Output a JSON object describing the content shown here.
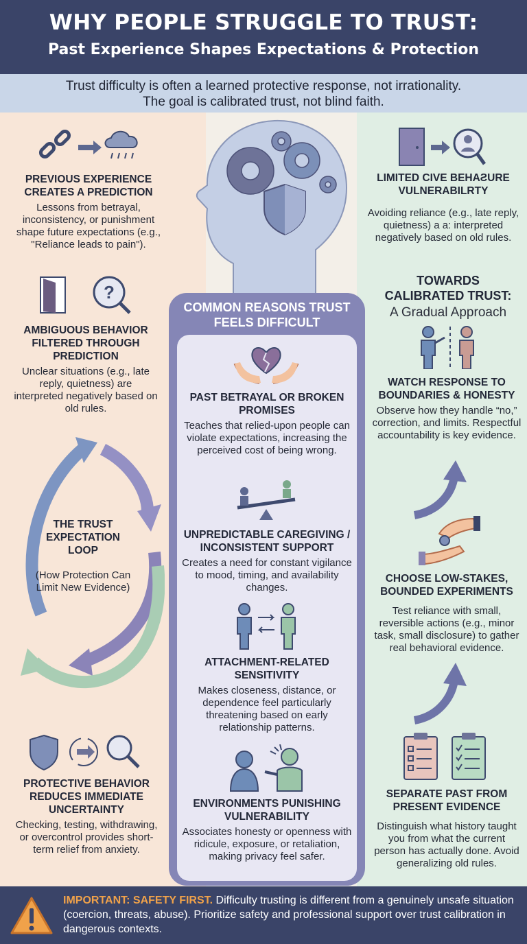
{
  "header": {
    "title": "WHY PEOPLE STRUGGLE TO TRUST:",
    "subtitle": "Past Experience Shapes Expectations & Protection"
  },
  "intro": {
    "line1": "Trust difficulty is often a learned protective response, not irrationality.",
    "line2": "The goal is calibrated trust, not blind faith."
  },
  "left": {
    "previous": {
      "title": "PREVIOUS EXPERIENCE CREATES A PREDICTION",
      "body": "Lessons from betrayal, inconsistency, or punishment shape future expectations (e.g., \"Reliance leads to pain\")."
    },
    "ambiguous": {
      "title": "AMBIGUOUS BEHAVIOR FILTERED THROUGH PREDICTION",
      "body": "Unclear situations (e.g., late reply, quietness) are interpreted negatively based on old rules."
    },
    "loop": {
      "title": "THE TRUST EXPECTATION LOOP",
      "body": "(How Protection Can Limit New Evidence)"
    },
    "protective": {
      "title": "PROTECTIVE BEHAVIOR REDUCES IMMEDIATE UNCERTAINTY",
      "body": "Checking, testing, withdrawing, or overcontrol provides short-term relief from anxiety."
    }
  },
  "center": {
    "panel_title": "COMMON REASONS TRUST FEELS DIFFICULT",
    "items": [
      {
        "title": "PAST BETRAYAL OR BROKEN PROMISES",
        "body": "Teaches that relied-upon people can violate expectations, increasing the perceived cost of being wrong."
      },
      {
        "title": "UNPREDICTABLE CAREGIVING / INCONSISTENT SUPPORT",
        "body": "Creates a need for constant vigilance to mood, timing, and availability changes."
      },
      {
        "title": "ATTACHMENT-RELATED SENSITIVITY",
        "body": "Makes closeness, distance, or dependence feel particularly threatening based on early relationship patterns."
      },
      {
        "title": "ENVIRONMENTS PUNISHING VULNERABILITY",
        "body": "Associates honesty or openness with ridicule, exposure, or retaliation, making privacy feel safer."
      }
    ]
  },
  "right": {
    "limited": {
      "title": "LIMITED CIVE BEHAƧURE VULNERABILRTY",
      "body": "Avoiding reliance (e.g., late reply, quietness) a a: interpreted negatively based on old rules."
    },
    "towards": {
      "title": "TOWARDS CALIBRATED TRUST:",
      "subtitle": "A Gradual Approach"
    },
    "watch": {
      "title": "WATCH RESPONSE TO BOUNDARIES & HONESTY",
      "body": "Observe how they handle “no,” correction, and limits. Respectful accountability is key evidence."
    },
    "choose": {
      "title": "CHOOSE LOW-STAKES, BOUNDED EXPERIMENTS",
      "body": "Test reliance with small, reversible actions (e.g., minor task, small disclosure) to gather real behavioral evidence."
    },
    "separate": {
      "title": "SEPARATE PAST FROM PRESENT EVIDENCE",
      "body": "Distinguish what history taught you from what the current person has actually done. Avoid generalizing old rules."
    }
  },
  "warning": {
    "lead": "IMPORTANT: SAFETY FIRST.",
    "text": " Difficulty trusting is different from a genuinely unsafe situation (coercion, threats, abuse). Prioritize safety and professional support over trust calibration in dangerous contexts."
  },
  "colors": {
    "navy": "#3a4468",
    "purple": "#8586b6",
    "peach": "#f8e6d8",
    "mint": "#e0eee4",
    "warning": "#f0a24a"
  }
}
